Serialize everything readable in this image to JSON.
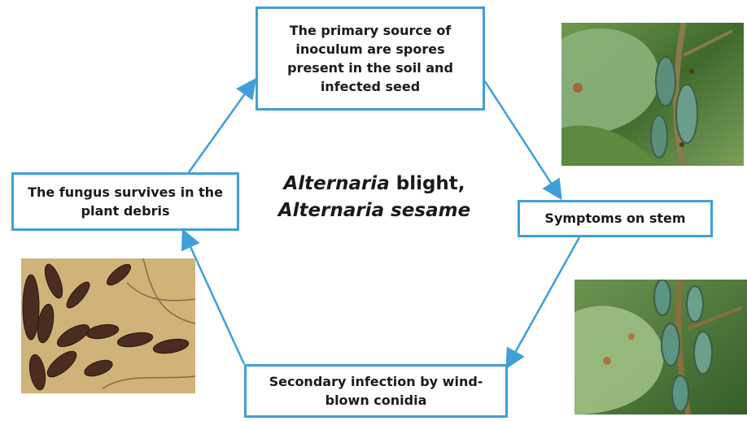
{
  "title": {
    "line1_italic": "Alternaria",
    "line1_rest": " blight,",
    "line2": "Alternaria sesame"
  },
  "cycle": {
    "top": "The primary source of inoculum  are spores present in the soil and infected seed",
    "right": "Symptoms on stem",
    "bottom": "Secondary  infection by  wind-blown conidia",
    "left": "The fungus survives in the  plant debris"
  },
  "colors": {
    "border": "#3f9fd6",
    "arrow": "#3f9fd6",
    "text": "#1a1a1a"
  },
  "images": [
    {
      "id": "photo-stem-1",
      "depicts": "sesame-stem-with-blight-symptoms"
    },
    {
      "id": "photo-stem-2",
      "depicts": "sesame-stem-with-blight-symptoms"
    },
    {
      "id": "photo-micro",
      "depicts": "alternaria-conidia-micrograph"
    }
  ]
}
